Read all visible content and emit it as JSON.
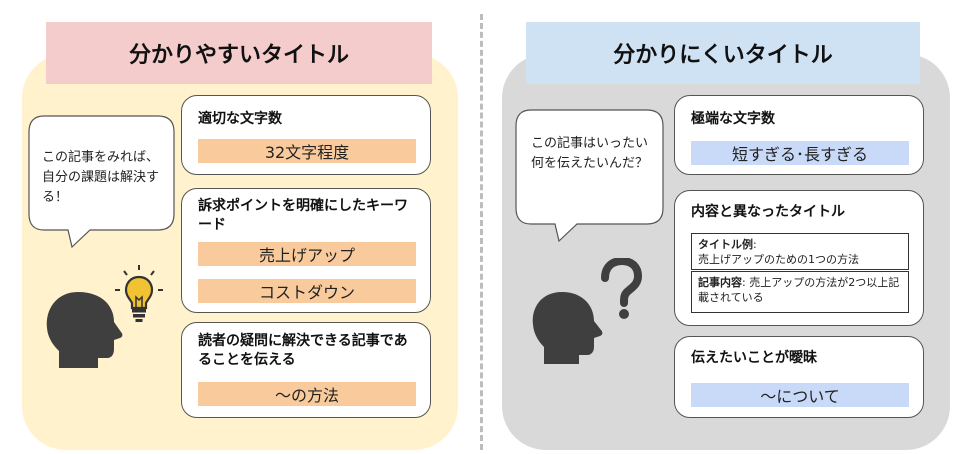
{
  "left": {
    "header": "分かりやすいタイトル",
    "bubble_text": "この記事をみれば、自分の課題は解決する！",
    "cards": [
      {
        "title": "適切な文字数",
        "tags": [
          "32文字程度"
        ]
      },
      {
        "title": "訴求ポイントを明確にしたキーワード",
        "tags": [
          "売上げアップ",
          "コストダウン"
        ]
      },
      {
        "title": "読者の疑問に解決できる記事であることを伝える",
        "tags": [
          "〜の方法"
        ]
      }
    ]
  },
  "right": {
    "header": "分かりにくいタイトル",
    "bubble_text": "この記事はいったい何を伝えたいんだ？",
    "cards": [
      {
        "title": "極端な文字数",
        "tags": [
          "短すぎる･長すぎる"
        ]
      },
      {
        "title": "内容と異なったタイトル",
        "example_label": "タイトル例",
        "example_text": "売上げアップのための1つの方法",
        "content_label": "記事内容",
        "content_text": "売上アップの方法が2つ以上記載されている"
      },
      {
        "title": "伝えたいことが曖昧",
        "tags": [
          "〜について"
        ]
      }
    ]
  },
  "icons": [
    "head-lightbulb-icon",
    "head-question-icon"
  ],
  "colors": {
    "left_panel": "#fff2cc",
    "left_header": "#f4cccc",
    "right_panel": "#d9d9d9",
    "right_header": "#cfe2f3",
    "orange_tag": "#f9cb9c",
    "blue_tag": "#c9daf8",
    "head": "#3f3f3f"
  }
}
